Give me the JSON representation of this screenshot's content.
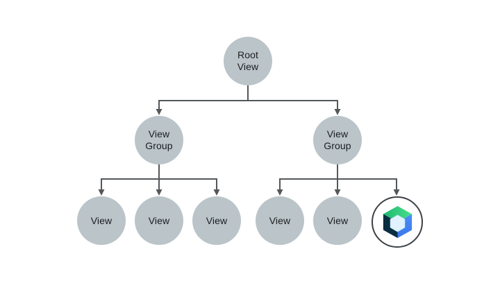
{
  "diagram": {
    "description": "View hierarchy tree diagram",
    "background": "#ffffff",
    "line_color": "#53575a",
    "node_fill": "#bac4c9",
    "text_color": "#1b1d1f",
    "nodes": {
      "root": {
        "line1": "Root",
        "line2": "View"
      },
      "group_left": {
        "line1": "View",
        "line2": "Group"
      },
      "group_right": {
        "line1": "View",
        "line2": "Group"
      },
      "leaf_left_1": {
        "label": "View"
      },
      "leaf_left_2": {
        "label": "View"
      },
      "leaf_left_3": {
        "label": "View"
      },
      "leaf_right_1": {
        "label": "View"
      },
      "leaf_right_2": {
        "label": "View"
      },
      "compose": {
        "icon": "jetpack-compose-logo",
        "colors": {
          "green_dark": "#1eb871",
          "green_light": "#48df8c",
          "blue": "#4285f4",
          "navy": "#0a2e40",
          "hole": "#dff2fd",
          "ring": "#3c4146",
          "fill": "#ffffff"
        }
      }
    }
  }
}
